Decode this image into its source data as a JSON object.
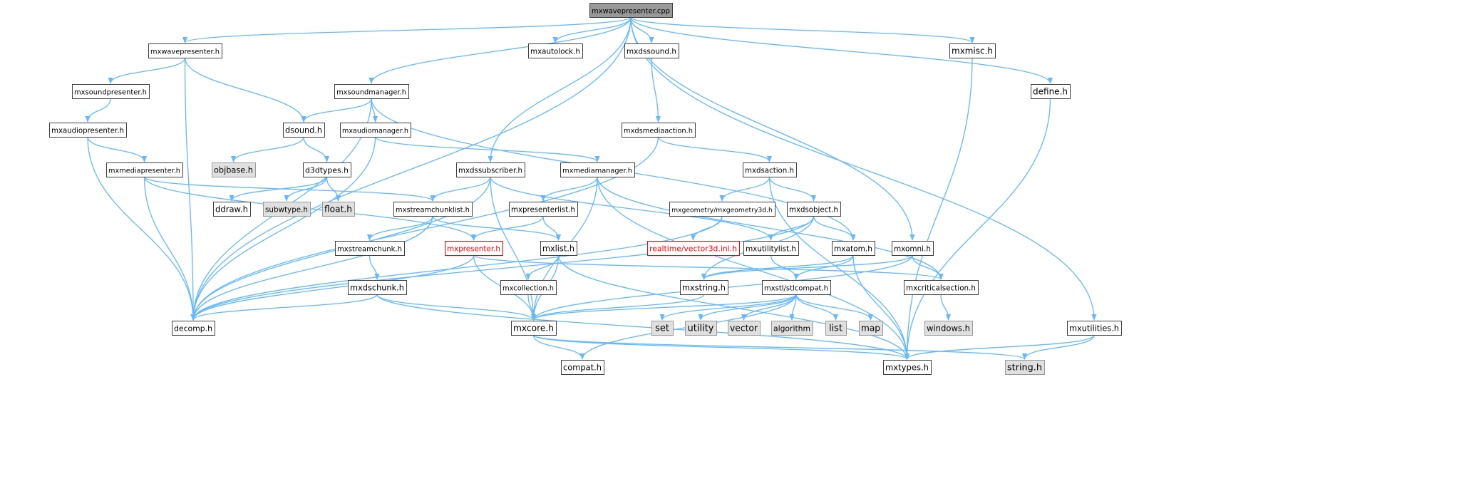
{
  "colors": {
    "edge": "#63b8ff",
    "node_border": "#404040",
    "node_fill": "#ffffff",
    "root_fill": "#999999",
    "external_fill": "#e0e0e0",
    "external_border": "#999999",
    "incomplete_border": "#ff0000",
    "incomplete_text": "#ff0000",
    "text": "#000000"
  },
  "nodes": [
    {
      "id": "mxwavepresenter_cpp",
      "label": "mxwavepresenter.cpp",
      "kind": "root"
    },
    {
      "id": "mxwavepresenter_h",
      "label": "mxwavepresenter.h",
      "kind": "normal"
    },
    {
      "id": "mxautolock_h",
      "label": "mxautolock.h",
      "kind": "normal"
    },
    {
      "id": "mxdssound_h",
      "label": "mxdssound.h",
      "kind": "normal"
    },
    {
      "id": "mxmisc_h",
      "label": "mxmisc.h",
      "kind": "normal"
    },
    {
      "id": "mxsoundpresenter_h",
      "label": "mxsoundpresenter.h",
      "kind": "normal"
    },
    {
      "id": "mxsoundmanager_h",
      "label": "mxsoundmanager.h",
      "kind": "normal"
    },
    {
      "id": "define_h",
      "label": "define.h",
      "kind": "normal"
    },
    {
      "id": "mxaudiopresenter_h",
      "label": "mxaudiopresenter.h",
      "kind": "normal"
    },
    {
      "id": "dsound_h",
      "label": "dsound.h",
      "kind": "normal"
    },
    {
      "id": "mxaudiomanager_h",
      "label": "mxaudiomanager.h",
      "kind": "normal"
    },
    {
      "id": "mxdsmediaaction_h",
      "label": "mxdsmediaaction.h",
      "kind": "normal"
    },
    {
      "id": "objbase_h",
      "label": "objbase.h",
      "kind": "external"
    },
    {
      "id": "mxmediapresenter_h",
      "label": "mxmediapresenter.h",
      "kind": "normal"
    },
    {
      "id": "d3dtypes_h",
      "label": "d3dtypes.h",
      "kind": "normal"
    },
    {
      "id": "mxdssubscriber_h",
      "label": "mxdssubscriber.h",
      "kind": "normal"
    },
    {
      "id": "mxmediamanager_h",
      "label": "mxmediamanager.h",
      "kind": "normal"
    },
    {
      "id": "mxdsaction_h",
      "label": "mxdsaction.h",
      "kind": "normal"
    },
    {
      "id": "ddraw_h",
      "label": "ddraw.h",
      "kind": "normal"
    },
    {
      "id": "subwtype_h",
      "label": "subwtype.h",
      "kind": "external"
    },
    {
      "id": "float_h",
      "label": "float.h",
      "kind": "external"
    },
    {
      "id": "mxstreamchunklist_h",
      "label": "mxstreamchunklist.h",
      "kind": "normal"
    },
    {
      "id": "mxpresenterlist_h",
      "label": "mxpresenterlist.h",
      "kind": "normal"
    },
    {
      "id": "mxgeometry3d_h",
      "label": "mxgeometry/mxgeometry3d.h",
      "kind": "normal"
    },
    {
      "id": "mxdsobject_h",
      "label": "mxdsobject.h",
      "kind": "normal"
    },
    {
      "id": "mxstreamchunk_h",
      "label": "mxstreamchunk.h",
      "kind": "normal"
    },
    {
      "id": "mxpresenter_h",
      "label": "mxpresenter.h",
      "kind": "incomplete"
    },
    {
      "id": "mxlist_h",
      "label": "mxlist.h",
      "kind": "normal"
    },
    {
      "id": "vector3d_inl_h",
      "label": "realtime/vector3d.inl.h",
      "kind": "incomplete"
    },
    {
      "id": "mxutilitylist_h",
      "label": "mxutilitylist.h",
      "kind": "normal"
    },
    {
      "id": "mxatom_h",
      "label": "mxatom.h",
      "kind": "normal"
    },
    {
      "id": "mxomni_h",
      "label": "mxomni.h",
      "kind": "normal"
    },
    {
      "id": "mxdschunk_h",
      "label": "mxdschunk.h",
      "kind": "normal"
    },
    {
      "id": "mxcollection_h",
      "label": "mxcollection.h",
      "kind": "normal"
    },
    {
      "id": "mxstring_h",
      "label": "mxstring.h",
      "kind": "normal"
    },
    {
      "id": "mxstlcompat_h",
      "label": "mxstl/stlcompat.h",
      "kind": "normal"
    },
    {
      "id": "mxcriticalsection_h",
      "label": "mxcriticalsection.h",
      "kind": "normal"
    },
    {
      "id": "decomp_h",
      "label": "decomp.h",
      "kind": "normal"
    },
    {
      "id": "mxcore_h",
      "label": "mxcore.h",
      "kind": "normal"
    },
    {
      "id": "set",
      "label": "set",
      "kind": "external"
    },
    {
      "id": "utility",
      "label": "utility",
      "kind": "external"
    },
    {
      "id": "vector",
      "label": "vector",
      "kind": "external"
    },
    {
      "id": "algorithm",
      "label": "algorithm",
      "kind": "external"
    },
    {
      "id": "list",
      "label": "list",
      "kind": "external"
    },
    {
      "id": "map",
      "label": "map",
      "kind": "external"
    },
    {
      "id": "windows_h",
      "label": "windows.h",
      "kind": "external"
    },
    {
      "id": "mxutilities_h",
      "label": "mxutilities.h",
      "kind": "normal"
    },
    {
      "id": "compat_h",
      "label": "compat.h",
      "kind": "normal"
    },
    {
      "id": "mxtypes_h",
      "label": "mxtypes.h",
      "kind": "normal"
    },
    {
      "id": "string_h",
      "label": "string.h",
      "kind": "external"
    }
  ],
  "edges": [
    [
      "mxwavepresenter_cpp",
      "mxwavepresenter_h"
    ],
    [
      "mxwavepresenter_cpp",
      "mxautolock_h"
    ],
    [
      "mxwavepresenter_cpp",
      "mxdssound_h"
    ],
    [
      "mxwavepresenter_cpp",
      "mxmisc_h"
    ],
    [
      "mxwavepresenter_cpp",
      "mxsoundmanager_h"
    ],
    [
      "mxwavepresenter_cpp",
      "define_h"
    ],
    [
      "mxwavepresenter_cpp",
      "mxdssubscriber_h"
    ],
    [
      "mxwavepresenter_cpp",
      "mxomni_h"
    ],
    [
      "mxwavepresenter_cpp",
      "mxutilities_h"
    ],
    [
      "mxwavepresenter_cpp",
      "decomp_h"
    ],
    [
      "mxwavepresenter_h",
      "mxsoundpresenter_h"
    ],
    [
      "mxwavepresenter_h",
      "dsound_h"
    ],
    [
      "mxwavepresenter_h",
      "decomp_h"
    ],
    [
      "mxsoundpresenter_h",
      "mxaudiopresenter_h"
    ],
    [
      "mxaudiopresenter_h",
      "mxmediapresenter_h"
    ],
    [
      "mxaudiopresenter_h",
      "decomp_h"
    ],
    [
      "mxsoundmanager_h",
      "dsound_h"
    ],
    [
      "mxsoundmanager_h",
      "mxaudiomanager_h"
    ],
    [
      "mxsoundmanager_h",
      "mxatom_h"
    ],
    [
      "mxsoundmanager_h",
      "decomp_h"
    ],
    [
      "dsound_h",
      "objbase_h"
    ],
    [
      "dsound_h",
      "d3dtypes_h"
    ],
    [
      "d3dtypes_h",
      "ddraw_h"
    ],
    [
      "d3dtypes_h",
      "subwtype_h"
    ],
    [
      "d3dtypes_h",
      "float_h"
    ],
    [
      "mxaudiomanager_h",
      "mxmediamanager_h"
    ],
    [
      "mxaudiomanager_h",
      "decomp_h"
    ],
    [
      "mxdssound_h",
      "mxdsmediaaction_h"
    ],
    [
      "mxdsmediaaction_h",
      "mxdsaction_h"
    ],
    [
      "mxdsmediaaction_h",
      "decomp_h"
    ],
    [
      "mxmediapresenter_h",
      "mxstreamchunklist_h"
    ],
    [
      "mxmediapresenter_h",
      "mxpresenter_h"
    ],
    [
      "mxmediapresenter_h",
      "decomp_h"
    ],
    [
      "mxdssubscriber_h",
      "mxstreamchunklist_h"
    ],
    [
      "mxdssubscriber_h",
      "mxutilitylist_h"
    ],
    [
      "mxdssubscriber_h",
      "mxcore_h"
    ],
    [
      "mxdssubscriber_h",
      "decomp_h"
    ],
    [
      "mxmediamanager_h",
      "mxpresenterlist_h"
    ],
    [
      "mxmediamanager_h",
      "mxcriticalsection_h"
    ],
    [
      "mxmediamanager_h",
      "mxcore_h"
    ],
    [
      "mxmediamanager_h",
      "mxtypes_h"
    ],
    [
      "mxdsaction_h",
      "mxgeometry3d_h"
    ],
    [
      "mxdsaction_h",
      "mxdsobject_h"
    ],
    [
      "mxdsaction_h",
      "mxtypes_h"
    ],
    [
      "mxstreamchunklist_h",
      "mxstreamchunk_h"
    ],
    [
      "mxstreamchunklist_h",
      "mxlist_h"
    ],
    [
      "mxstreamchunklist_h",
      "decomp_h"
    ],
    [
      "mxpresenterlist_h",
      "mxpresenter_h"
    ],
    [
      "mxpresenterlist_h",
      "mxlist_h"
    ],
    [
      "mxgeometry3d_h",
      "vector3d_inl_h"
    ],
    [
      "mxgeometry3d_h",
      "decomp_h"
    ],
    [
      "mxdsobject_h",
      "mxutilitylist_h"
    ],
    [
      "mxdsobject_h",
      "mxatom_h"
    ],
    [
      "mxdsobject_h",
      "mxstring_h"
    ],
    [
      "mxdsobject_h",
      "decomp_h"
    ],
    [
      "mxstreamchunk_h",
      "mxdschunk_h"
    ],
    [
      "mxpresenter_h",
      "mxcriticalsection_h"
    ],
    [
      "mxpresenter_h",
      "mxcore_h"
    ],
    [
      "mxpresenter_h",
      "decomp_h"
    ],
    [
      "mxlist_h",
      "mxcollection_h"
    ],
    [
      "mxlist_h",
      "mxcore_h"
    ],
    [
      "mxlist_h",
      "mxtypes_h"
    ],
    [
      "mxutilitylist_h",
      "mxstlcompat_h"
    ],
    [
      "mxatom_h",
      "mxstlcompat_h"
    ],
    [
      "mxatom_h",
      "mxstring_h"
    ],
    [
      "mxatom_h",
      "mxtypes_h"
    ],
    [
      "mxomni_h",
      "mxcriticalsection_h"
    ],
    [
      "mxomni_h",
      "mxstring_h"
    ],
    [
      "mxomni_h",
      "mxcore_h"
    ],
    [
      "mxdschunk_h",
      "mxcore_h"
    ],
    [
      "mxdschunk_h",
      "mxtypes_h"
    ],
    [
      "mxdschunk_h",
      "decomp_h"
    ],
    [
      "mxcollection_h",
      "mxcore_h"
    ],
    [
      "mxstring_h",
      "mxcore_h"
    ],
    [
      "mxstlcompat_h",
      "set"
    ],
    [
      "mxstlcompat_h",
      "utility"
    ],
    [
      "mxstlcompat_h",
      "vector"
    ],
    [
      "mxstlcompat_h",
      "algorithm"
    ],
    [
      "mxstlcompat_h",
      "list"
    ],
    [
      "mxstlcompat_h",
      "map"
    ],
    [
      "mxstlcompat_h",
      "compat_h"
    ],
    [
      "mxstlcompat_h",
      "mxcore_h"
    ],
    [
      "mxcriticalsection_h",
      "windows_h"
    ],
    [
      "mxcore_h",
      "compat_h"
    ],
    [
      "mxcore_h",
      "mxtypes_h"
    ],
    [
      "mxcore_h",
      "string_h"
    ],
    [
      "mxmisc_h",
      "mxtypes_h"
    ],
    [
      "define_h",
      "mxtypes_h"
    ],
    [
      "mxutilities_h",
      "mxtypes_h"
    ],
    [
      "mxutilities_h",
      "string_h"
    ]
  ]
}
